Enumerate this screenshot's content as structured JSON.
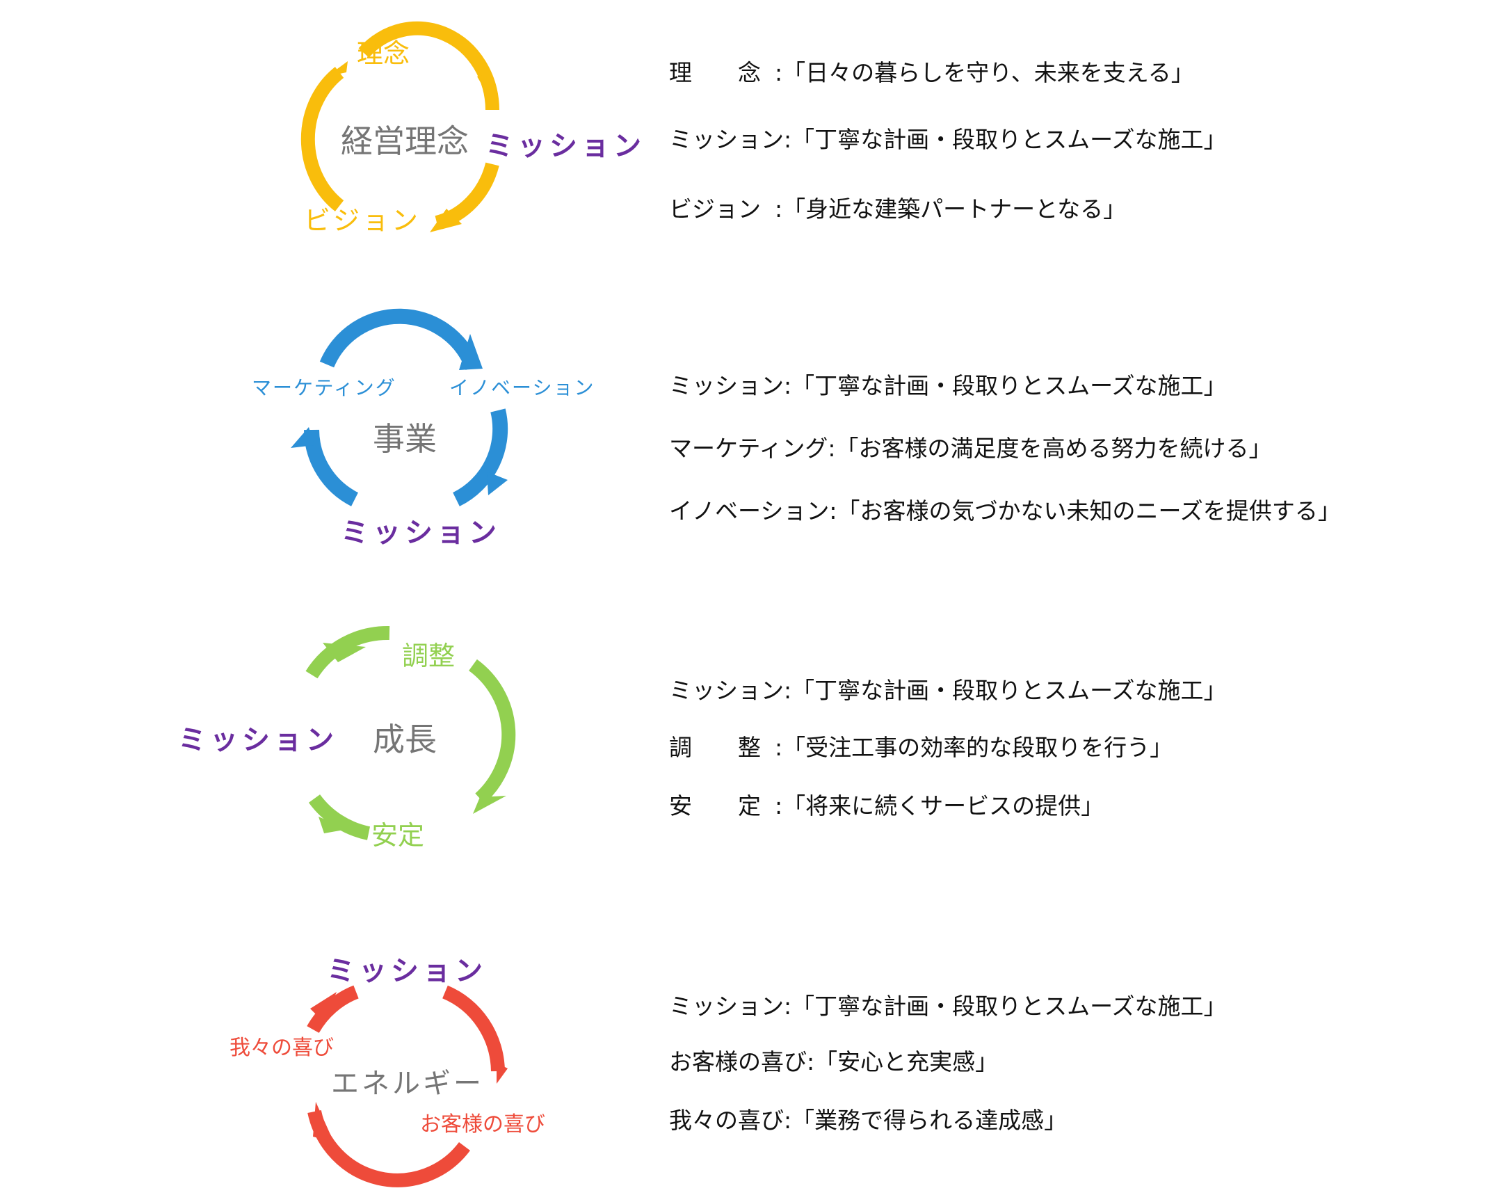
{
  "sections": [
    {
      "color": "#f9bd0c",
      "center": "経営理念",
      "labels": [
        "理念",
        "ミッション",
        "ビジョン"
      ],
      "defs": [
        {
          "term": "理　　念",
          "text": ":「日々の暮らしを守り、未来を支える」"
        },
        {
          "term": "ミッション",
          "text": ":「丁寧な計画・段取りとスムーズな施工」"
        },
        {
          "term": "ビジョン　",
          "text": ":「身近な建築パートナーとなる」"
        }
      ]
    },
    {
      "color": "#2b8fd6",
      "center": "事業",
      "labels": [
        "マーケティング",
        "イノベーション",
        "ミッション"
      ],
      "defs": [
        {
          "term": "ミッション",
          "text": ":「丁寧な計画・段取りとスムーズな施工」"
        },
        {
          "term": "マーケティング",
          "text": ":「お客様の満足度を高める努力を続ける」"
        },
        {
          "term": "イノベーション",
          "text": ":「お客様の気づかない未知のニーズを提供する」"
        }
      ]
    },
    {
      "color": "#92d050",
      "center": "成長",
      "labels": [
        "調整",
        "ミッション",
        "安定"
      ],
      "defs": [
        {
          "term": "ミッション",
          "text": ":「丁寧な計画・段取りとスムーズな施工」"
        },
        {
          "term": "調　　整",
          "text": ":「受注工事の効率的な段取りを行う」"
        },
        {
          "term": "安　　定",
          "text": ":「将来に続くサービスの提供」"
        }
      ]
    },
    {
      "color": "#ee4b3a",
      "center": "エネルギー",
      "labels": [
        "ミッション",
        "我々の喜び",
        "お客様の喜び"
      ],
      "defs": [
        {
          "term": "ミッション",
          "text": ":「丁寧な計画・段取りとスムーズな施工」"
        },
        {
          "term": "お客様の喜び",
          "text": ":「安心と充実感」"
        },
        {
          "term": "我々の喜び",
          "text": ":「業務で得られる達成感」"
        }
      ]
    }
  ]
}
